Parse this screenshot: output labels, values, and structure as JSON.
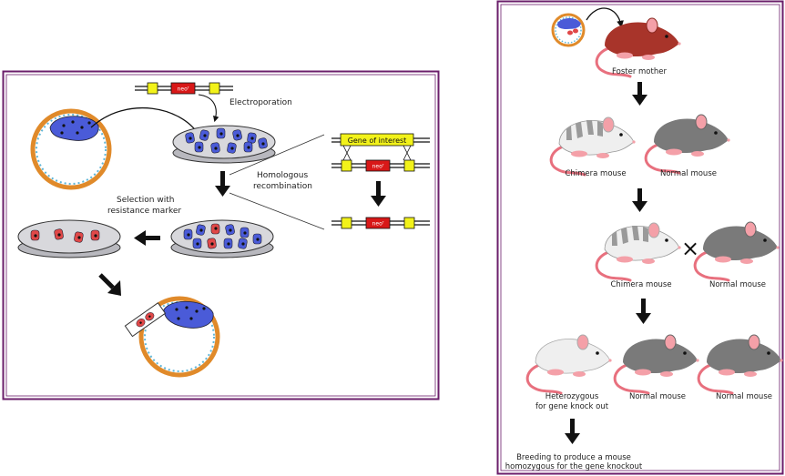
{
  "left_panel": {
    "electroporation": "Electroporation",
    "homologous_line1": "Homologous",
    "homologous_line2": "recombination",
    "selection_line1": "Selection with",
    "selection_line2": "resistance marker",
    "gene_of_interest": "Gene of interest",
    "neo": "neo",
    "neo_sup": "r"
  },
  "right_panel": {
    "foster_mother": "Foster mother",
    "chimera_mouse_1": "Chimera mouse",
    "normal_mouse_1": "Normal mouse",
    "chimera_mouse_2": "Chimera mouse",
    "normal_mouse_2": "Normal mouse",
    "heterozygous_line1": "Heterozygous",
    "heterozygous_line2": "for gene knock out",
    "normal_mouse_3": "Normal mouse",
    "normal_mouse_4": "Normal mouse",
    "breeding_line1": "Breeding to produce a mouse",
    "breeding_line2": "homozygous for the gene knockout",
    "cross_symbol": "×"
  },
  "colors": {
    "frame": "#6b1f6b",
    "es_cell_blue": "#4a5bd8",
    "targeted_cell_red": "#e04848",
    "blastocyst_ring": "#e08a2a",
    "dish_gray": "#c8c8cc",
    "gene_yellow": "#f2f21a",
    "neo_red": "#d81818",
    "foster_brown": "#a8342a",
    "normal_gray": "#7a7a7a",
    "chimera_white": "#efefef",
    "ear_tail_pink": "#f4a0a8"
  }
}
